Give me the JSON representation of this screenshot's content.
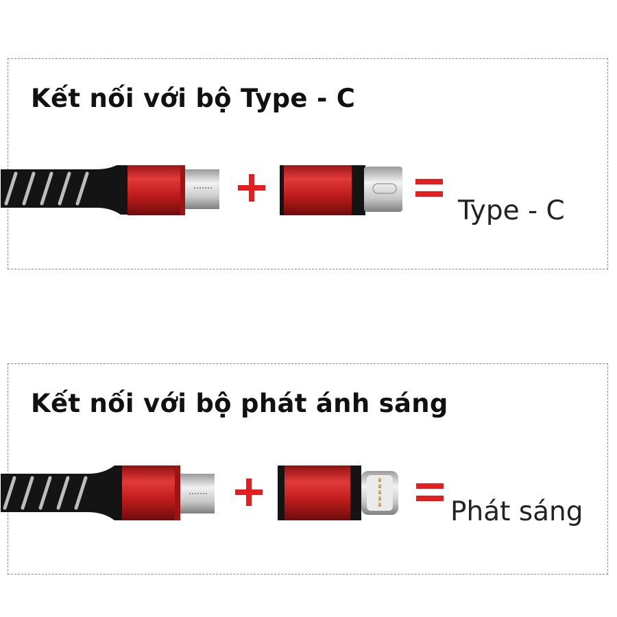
{
  "colors": {
    "accent": "#e41e1e",
    "cable": "#141414",
    "connector_red": "#c21d1d",
    "border": "#8a8a8a"
  },
  "panels": [
    {
      "title": "Kết nối với bộ Type - C",
      "cable_icon": "micro-usb-cable-icon",
      "plus_icon": "plus-icon",
      "adapter_icon": "type-c-adapter-icon",
      "equals_icon": "equals-icon",
      "result": "Type - C"
    },
    {
      "title": "Kết nối với bộ phát ánh sáng",
      "cable_icon": "micro-usb-cable-icon",
      "plus_icon": "plus-icon",
      "adapter_icon": "lightning-adapter-icon",
      "equals_icon": "equals-icon",
      "result": "Phát sáng"
    }
  ]
}
